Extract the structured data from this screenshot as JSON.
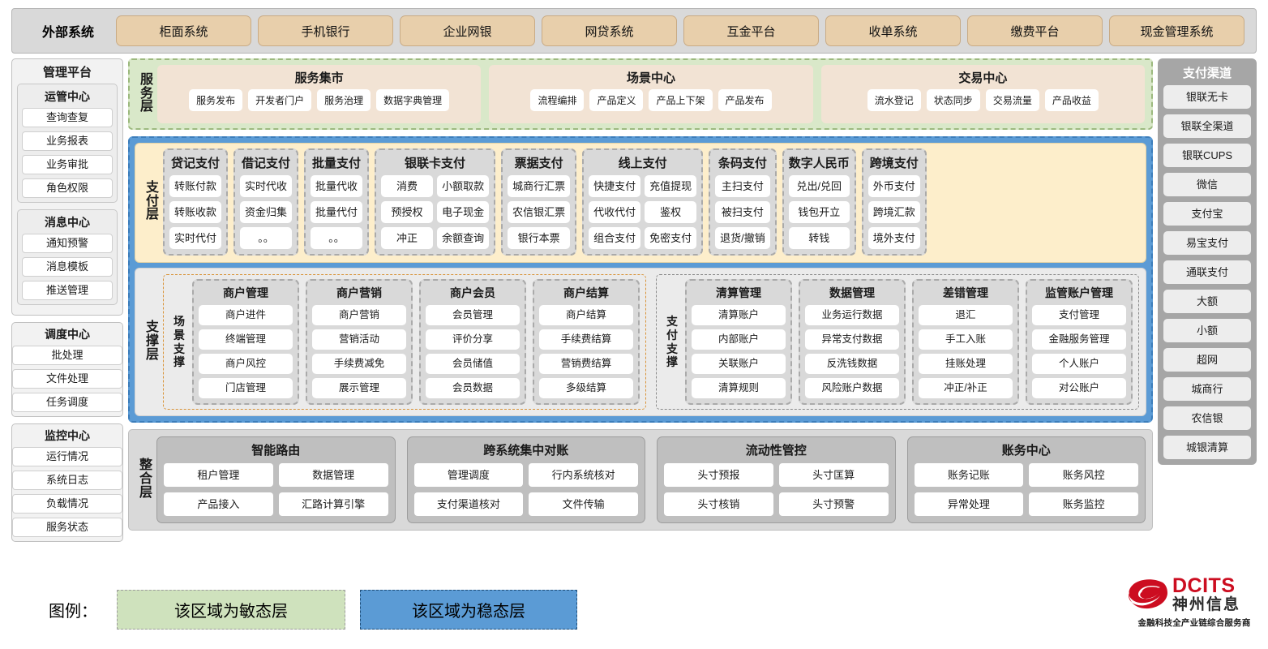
{
  "external": {
    "title": "外部系统",
    "items": [
      "柜面系统",
      "手机银行",
      "企业网银",
      "网贷系统",
      "互金平台",
      "收单系统",
      "缴费平台",
      "现金管理系统"
    ]
  },
  "management": {
    "title": "管理平台",
    "groups": [
      {
        "title": "运管中心",
        "items": [
          "查询查复",
          "业务报表",
          "业务审批",
          "角色权限"
        ]
      },
      {
        "title": "消息中心",
        "items": [
          "通知预警",
          "消息模板",
          "推送管理"
        ]
      },
      {
        "title": "调度中心",
        "items": [
          "批处理",
          "文件处理",
          "任务调度"
        ]
      },
      {
        "title": "监控中心",
        "items": [
          "运行情况",
          "系统日志",
          "负载情况",
          "服务状态"
        ]
      }
    ]
  },
  "service_layer": {
    "label": "服务层",
    "groups": [
      {
        "title": "服务集市",
        "items": [
          "服务发布",
          "开发者门户",
          "服务治理",
          "数据字典管理"
        ]
      },
      {
        "title": "场景中心",
        "items": [
          "流程编排",
          "产品定义",
          "产品上下架",
          "产品发布"
        ]
      },
      {
        "title": "交易中心",
        "items": [
          "流水登记",
          "状态同步",
          "交易流量",
          "产品收益"
        ]
      }
    ]
  },
  "payment_layer": {
    "label": "支付层",
    "groups": [
      {
        "title": "贷记支付",
        "cols": 1,
        "items": [
          "转账付款",
          "转账收款",
          "实时代付"
        ]
      },
      {
        "title": "借记支付",
        "cols": 1,
        "items": [
          "实时代收",
          "资金归集",
          "。。"
        ]
      },
      {
        "title": "批量支付",
        "cols": 1,
        "items": [
          "批量代收",
          "批量代付",
          "。。"
        ]
      },
      {
        "title": "银联卡支付",
        "cols": 2,
        "items": [
          "消费",
          "小额取款",
          "预授权",
          "电子现金",
          "冲正",
          "余额查询"
        ]
      },
      {
        "title": "票据支付",
        "cols": 1,
        "items": [
          "城商行汇票",
          "农信银汇票",
          "银行本票"
        ]
      },
      {
        "title": "线上支付",
        "cols": 2,
        "items": [
          "快捷支付",
          "充值提现",
          "代收代付",
          "鉴权",
          "组合支付",
          "免密支付"
        ]
      },
      {
        "title": "条码支付",
        "cols": 1,
        "items": [
          "主扫支付",
          "被扫支付",
          "退货/撤销"
        ]
      },
      {
        "title": "数字人民币",
        "cols": 1,
        "items": [
          "兑出/兑回",
          "钱包开立",
          "转钱"
        ]
      },
      {
        "title": "跨境支付",
        "cols": 1,
        "items": [
          "外币支付",
          "跨境汇款",
          "境外支付"
        ]
      }
    ]
  },
  "support_layer": {
    "label": "支撑层",
    "regions": [
      {
        "label": "场景支撑",
        "groups": [
          {
            "title": "商户管理",
            "items": [
              "商户进件",
              "终端管理",
              "商户风控",
              "门店管理"
            ]
          },
          {
            "title": "商户营销",
            "items": [
              "商户营销",
              "营销活动",
              "手续费减免",
              "展示管理"
            ]
          },
          {
            "title": "商户会员",
            "items": [
              "会员管理",
              "评价分享",
              "会员储值",
              "会员数据"
            ]
          },
          {
            "title": "商户结算",
            "items": [
              "商户结算",
              "手续费结算",
              "营销费结算",
              "多级结算"
            ]
          }
        ]
      },
      {
        "label": "支付支撑",
        "groups": [
          {
            "title": "清算管理",
            "items": [
              "清算账户",
              "内部账户",
              "关联账户",
              "清算规则"
            ]
          },
          {
            "title": "数据管理",
            "items": [
              "业务运行数据",
              "异常支付数据",
              "反洗钱数据",
              "风险账户数据"
            ]
          },
          {
            "title": "差错管理",
            "items": [
              "退汇",
              "手工入账",
              "挂账处理",
              "冲正/补正"
            ]
          },
          {
            "title": "监管账户管理",
            "items": [
              "支付管理",
              "金融服务管理",
              "个人账户",
              "对公账户"
            ]
          }
        ]
      }
    ]
  },
  "integration_layer": {
    "label": "整合层",
    "groups": [
      {
        "title": "智能路由",
        "items": [
          "租户管理",
          "数据管理",
          "产品接入",
          "汇路计算引擎"
        ]
      },
      {
        "title": "跨系统集中对账",
        "items": [
          "管理调度",
          "行内系统核对",
          "支付渠道核对",
          "文件传输"
        ]
      },
      {
        "title": "流动性管控",
        "items": [
          "头寸预报",
          "头寸匡算",
          "头寸核销",
          "头寸预警"
        ]
      },
      {
        "title": "账务中心",
        "items": [
          "账务记账",
          "账务风控",
          "异常处理",
          "账务监控"
        ]
      }
    ]
  },
  "channels": {
    "title": "支付渠道",
    "items": [
      "银联无卡",
      "银联全渠道",
      "银联CUPS",
      "微信",
      "支付宝",
      "易宝支付",
      "通联支付",
      "大额",
      "小额",
      "超网",
      "城商行",
      "农信银",
      "城银清算"
    ]
  },
  "legend": {
    "label": "图例：",
    "agile": "该区域为敏态层",
    "stable": "该区域为稳态层"
  },
  "logo": {
    "name_en": "DCITS",
    "name_cn": "神州信息",
    "tagline": "金融科技全产业链综合服务商"
  },
  "colors": {
    "agile_green": "#d9e8c9",
    "stable_blue": "#5b9bd5",
    "payment_cream": "#fdeecb",
    "external_chip": "#e8cfab",
    "service_card": "#f2e3d4",
    "brand_red": "#cc0d20"
  }
}
